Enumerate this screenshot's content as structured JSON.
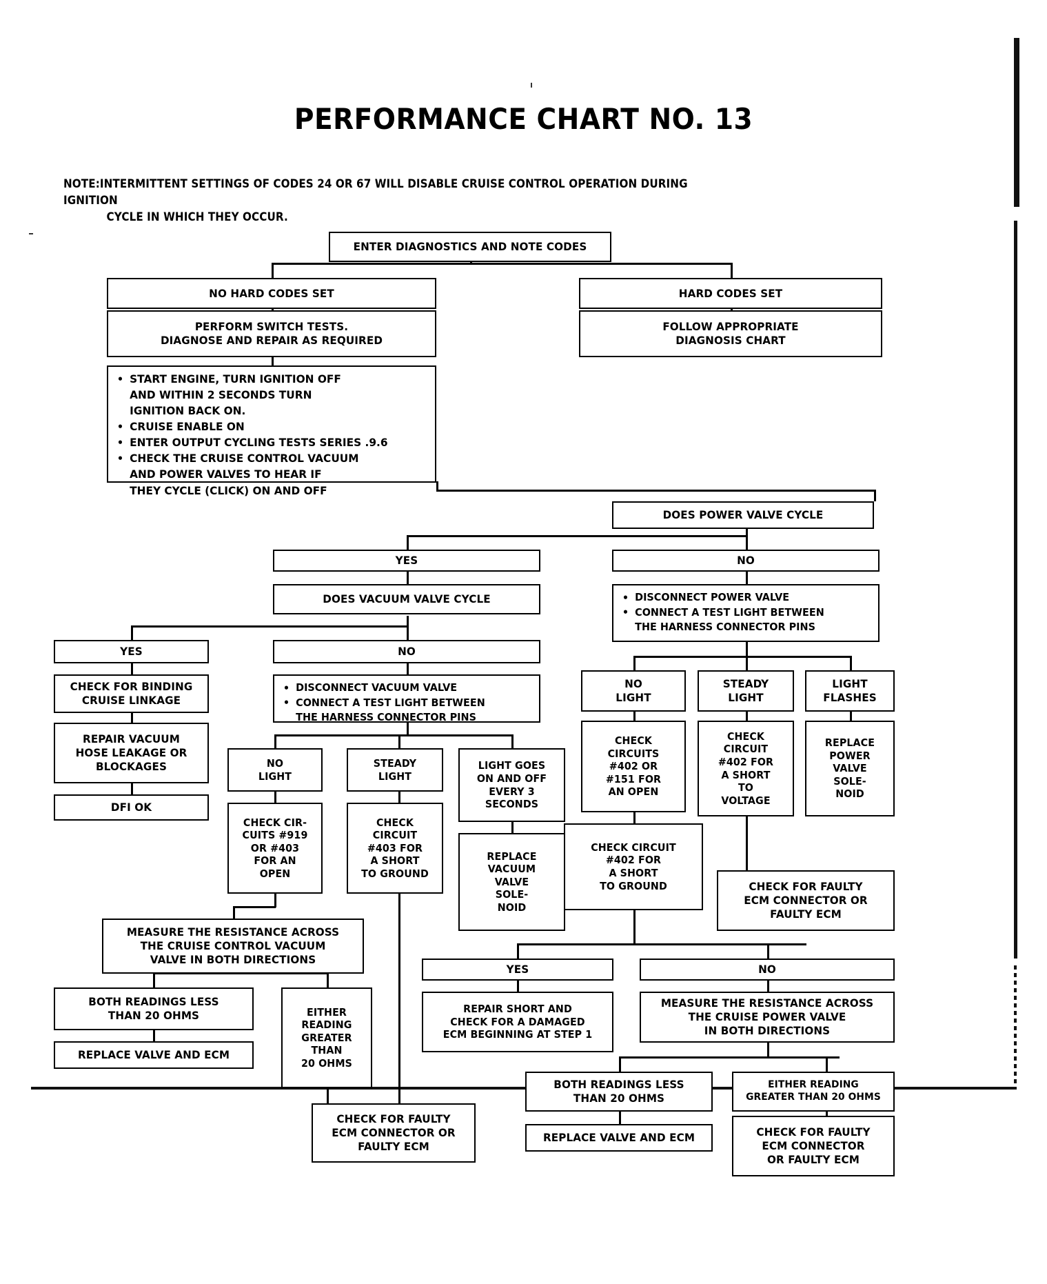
{
  "document": {
    "title": "PERFORMANCE CHART NO. 13",
    "note_label": "NOTE:",
    "note_line1": "INTERMITTENT SETTINGS OF CODES 24 OR 67 WILL DISABLE CRUISE CONTROL OPERATION DURING IGNITION",
    "note_line2": "CYCLE IN WHICH THEY OCCUR."
  },
  "chart_data": {
    "type": "diagram",
    "title": "PERFORMANCE CHART NO. 13",
    "nodes": {
      "n01": "ENTER DIAGNOSTICS AND NOTE CODES",
      "n02": "NO HARD CODES SET",
      "n03": "HARD CODES SET",
      "n04_l1": "PERFORM SWITCH TESTS.",
      "n04_l2": "DIAGNOSE AND REPAIR AS REQUIRED",
      "n05_l1": "FOLLOW APPROPRIATE",
      "n05_l2": "DIAGNOSIS CHART",
      "n06_b1_l1": "START ENGINE, TURN IGNITION OFF",
      "n06_b1_l2": "AND WITHIN 2 SECONDS TURN",
      "n06_b1_l3": "IGNITION BACK ON.",
      "n06_b2": "CRUISE ENABLE ON",
      "n06_b3": "ENTER OUTPUT CYCLING TESTS SERIES .9.6",
      "n06_b4_l1": "CHECK THE CRUISE CONTROL VACUUM",
      "n06_b4_l2": "AND POWER VALVES TO HEAR IF",
      "n06_b4_l3": "THEY CYCLE (CLICK) ON AND OFF",
      "n07": "DOES POWER VALVE CYCLE",
      "n08": "YES",
      "n09": "NO",
      "n10": "DOES VACUUM VALVE CYCLE",
      "n11_b1": "DISCONNECT POWER VALVE",
      "n11_b2_l1": "CONNECT A TEST LIGHT BETWEEN",
      "n11_b2_l2": "THE HARNESS CONNECTOR PINS",
      "n12": "YES",
      "n13": "NO",
      "n14_l1": "CHECK FOR BINDING",
      "n14_l2": "CRUISE LINKAGE",
      "n15_b1": "DISCONNECT VACUUM VALVE",
      "n15_b2_l1": "CONNECT A TEST LIGHT BETWEEN",
      "n15_b2_l2": "THE HARNESS CONNECTOR PINS",
      "n16_l1": "NO",
      "n16_l2": "LIGHT",
      "n17_l1": "STEADY",
      "n17_l2": "LIGHT",
      "n18_l1": "LIGHT",
      "n18_l2": "FLASHES",
      "n19_l1": "REPAIR VACUUM",
      "n19_l2": "HOSE LEAKAGE OR",
      "n19_l3": "BLOCKAGES",
      "n20_l1": "CHECK",
      "n20_l2": "CIRCUITS",
      "n20_l3": "#402 OR",
      "n20_l4": "#151 FOR",
      "n20_l5": "AN OPEN",
      "n21_l1": "CHECK",
      "n21_l2": "CIRCUIT",
      "n21_l3": "#402 FOR",
      "n21_l4": "A SHORT",
      "n21_l5": "TO",
      "n21_l6": "VOLTAGE",
      "n22_l1": "REPLACE",
      "n22_l2": "POWER",
      "n22_l3": "VALVE",
      "n22_l4": "SOLE-",
      "n22_l5": "NOID",
      "n23": "DFI OK",
      "n24_l1": "NO",
      "n24_l2": "LIGHT",
      "n25_l1": "STEADY",
      "n25_l2": "LIGHT",
      "n26_l1": "LIGHT GOES",
      "n26_l2": "ON AND OFF",
      "n26_l3": "EVERY 3",
      "n26_l4": "SECONDS",
      "n27_l1": "CHECK CIRCUIT",
      "n27_l2": "#402 FOR",
      "n27_l3": "A SHORT",
      "n27_l4": "TO GROUND",
      "n28_l1": "CHECK CIR-",
      "n28_l2": "CUITS #919",
      "n28_l3": "OR #403",
      "n28_l4": "FOR AN",
      "n28_l5": "OPEN",
      "n29_l1": "CHECK",
      "n29_l2": "CIRCUIT",
      "n29_l3": "#403 FOR",
      "n29_l4": "A SHORT",
      "n29_l5": "TO GROUND",
      "n30_l1": "REPLACE",
      "n30_l2": "VACUUM",
      "n30_l3": "VALVE",
      "n30_l4": "SOLE-",
      "n30_l5": "NOID",
      "n31_l1": "CHECK FOR FAULTY",
      "n31_l2": "ECM CONNECTOR OR",
      "n31_l3": "FAULTY ECM",
      "n32_l1": "MEASURE THE RESISTANCE ACROSS",
      "n32_l2": "THE CRUISE CONTROL VACUUM",
      "n32_l3": "VALVE IN BOTH DIRECTIONS",
      "n33": "YES",
      "n34": "NO",
      "n35_l1": "BOTH READINGS LESS",
      "n35_l2": "THAN 20 OHMS",
      "n36_l1": "EITHER",
      "n36_l2": "READING",
      "n36_l3": "GREATER",
      "n36_l4": "THAN",
      "n36_l5": "20 OHMS",
      "n37_l1": "REPAIR SHORT AND",
      "n37_l2": "CHECK FOR A DAMAGED",
      "n37_l3": "ECM BEGINNING AT STEP 1",
      "n38_l1": "MEASURE THE RESISTANCE ACROSS",
      "n38_l2": "THE CRUISE POWER VALVE",
      "n38_l3": "IN BOTH DIRECTIONS",
      "n39": "REPLACE VALVE AND ECM",
      "n40_l1": "BOTH READINGS LESS",
      "n40_l2": "THAN 20 OHMS",
      "n41_l1": "EITHER READING",
      "n41_l2": "GREATER THAN 20 OHMS",
      "n42_l1": "CHECK FOR FAULTY",
      "n42_l2": "ECM CONNECTOR",
      "n42_l3": "OR FAULTY ECM",
      "n43": "REPLACE VALVE AND ECM",
      "n44_l1": "CHECK FOR FAULTY",
      "n44_l2": "ECM CONNECTOR OR",
      "n44_l3": "FAULTY ECM"
    }
  }
}
